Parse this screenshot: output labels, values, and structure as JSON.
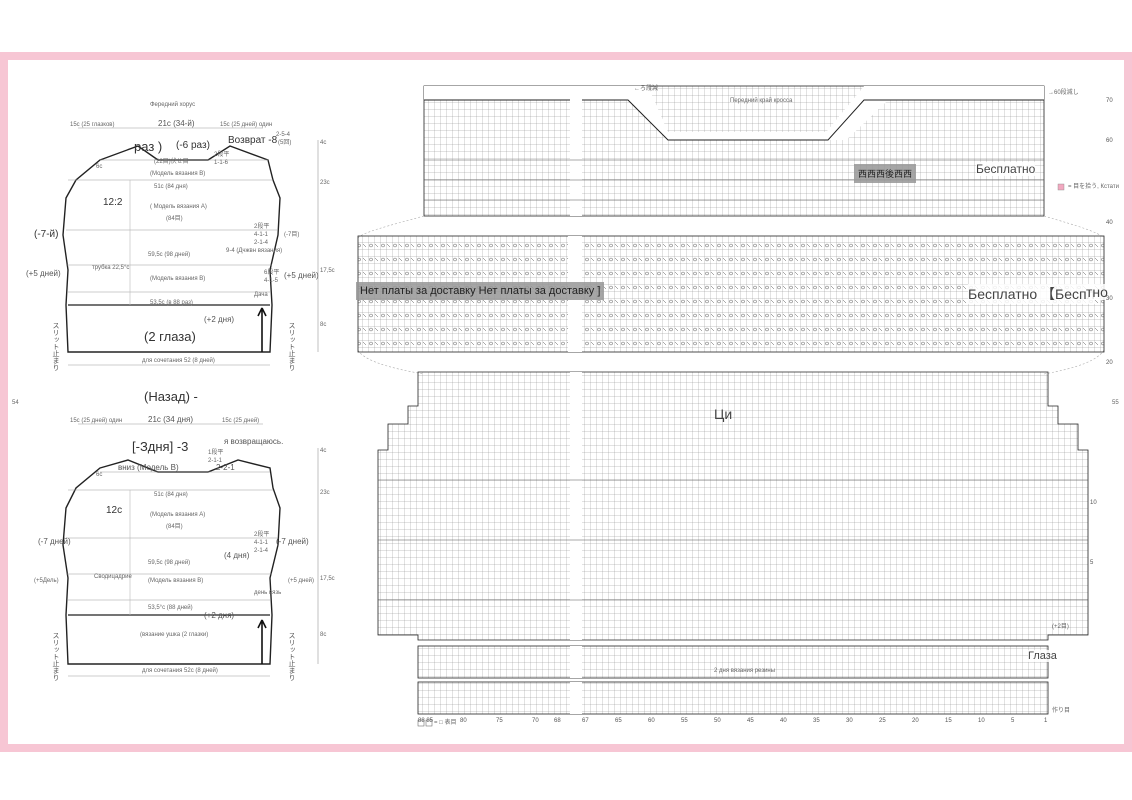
{
  "colors": {
    "border": "#f7c6d4",
    "grid": "#8c8c8c",
    "pink_mark": "#f2a8c0",
    "line": "#222222"
  },
  "front": {
    "title": "Фередний хорус",
    "top_left": "15с (25 глазков)",
    "top_center": "21с (34-й)",
    "top_right": "15с (25 дней) один",
    "raz": "раз )",
    "six_raz": "(-6 раз)",
    "vozvrat": "Возврат -8",
    "rows_small": "2-5-4",
    "rows_paren": "(5回)",
    "step_a": "2段平",
    "step_b": "1-1-6",
    "bind": "(22目)伏せ目",
    "model_b": "(Модель вязания B)",
    "six_c": "6с",
    "twelve": "12:2",
    "c84": "51с (84 дня)",
    "model_a": "( Модель вязания A)",
    "c84b": "(84目)",
    "c98": "59,5с (98 дней)",
    "minus7": "(-7-й)",
    "minus7r": "(-7目)",
    "plus5l": "(+5 дней)",
    "plus5r": "(+5 дней)",
    "tube": "трубка 22,5°с",
    "model_b2": "(Модель вязания B)",
    "c88": "53,5с (в 88 раз)",
    "plus2": "(+2 дня)",
    "two_eyes": "(2 глаза)",
    "bottom": "для сочетания 52 (8 дней)",
    "slit_left": "スリット止まり",
    "slit_right": "スリット止まり",
    "r23": "23с",
    "r17": "17,5с",
    "r8": "8с",
    "r4": "4с",
    "fwd": "Дача",
    "step2": "2段平",
    "step3": "4-1-1",
    "step4": "2-1-4",
    "step5": "6段平",
    "step6": "4-1-5",
    "edge": "9-4 (Дчжвн вязания)"
  },
  "back": {
    "title": "(Назад) -",
    "top_left": "15с (25 дней) один",
    "top_center": "21с (34 дня)",
    "top_right": "15с (25 дней)",
    "three": "[-Здня] -3",
    "returning": "я возвращаюсь.",
    "row1": "1段平",
    "row2": "2-1-1",
    "down": "вниз (Модель B)",
    "down_rows": "2-2-1",
    "six_c": "6с",
    "twelve": "12с",
    "c84": "51с (84 дня)",
    "model_a": "(Модель вязания A)",
    "c84b": "(84目)",
    "c98": "59,5с (98 дней)",
    "minus7l": "(-7 дней)",
    "minus7r": "(-7 дней)",
    "four": "(4 дня)",
    "plus5l": "(+5Дель)",
    "plus5r": "(+5 дней)",
    "center": "Сводицадрие",
    "model_b": "(Модель вязания B)",
    "c88": "53,5°с (88 дней)",
    "plus2": "(+2 дня)",
    "day_in": "день вязь",
    "bottom_rows": "(вязание ушка (2 глазки)",
    "bottom": "для сочетания 52с (8 дней)",
    "slit_left": "スリット止まり",
    "slit_right": "スリット止まり",
    "r23": "23с",
    "r17": "17,5с",
    "r8": "8с",
    "r4": "4с",
    "step2": "2段平",
    "step3": "4-1-1",
    "step4": "2-1-4"
  },
  "chart": {
    "banner_cn": "西西西後西西",
    "free1": "Бесплатно",
    "no_shipping": "Нет платы за доставку Нет платы за доставку ]",
    "free2": "Бесплатно 【Беспл",
    "free3": "тно",
    "tsi": "Ци",
    "glaza": "Глаза",
    "rib_label": "2 дня вязания резины",
    "legend_top": "= 目を拾う, Кстати",
    "legend_bottom": "= □  表目",
    "top_right_note": "→60段減し",
    "left_arrow": "←ろ段減",
    "stitches_note": "Передний край кросса",
    "row_marks": [
      "70",
      "60",
      "40",
      "30",
      "20",
      "10",
      "5"
    ],
    "col_marks_left": [
      "88 85",
      "80",
      "75",
      "70",
      "68"
    ],
    "col_marks_right": [
      "67",
      "65",
      "60",
      "55",
      "50",
      "45",
      "40",
      "35",
      "30",
      "25",
      "20",
      "15",
      "10",
      "5",
      "1"
    ],
    "right_num1": "(+2目)",
    "right_num2": "作り目",
    "side_num_left": "54",
    "side_num_right": "55"
  }
}
